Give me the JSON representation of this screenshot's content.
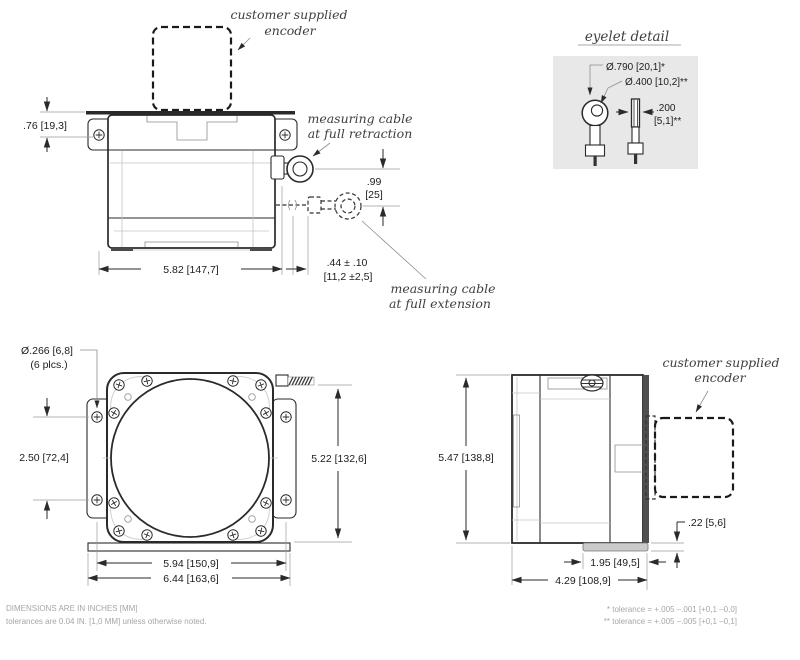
{
  "colors": {
    "line": "#2a2a2a",
    "light_line": "#c4c4c4",
    "detail_box_bg": "#e8e8e8",
    "note_text": "#a6a6a6",
    "base_fill": "#cbcbcb"
  },
  "top_view": {
    "encoder_label_1": "customer supplied",
    "encoder_label_2": "encoder",
    "cable_retraction_1": "measuring cable",
    "cable_retraction_2": "at full retraction",
    "cable_extension_1": "measuring cable",
    "cable_extension_2": "at full extension",
    "dim_height": ".76 [19,3]",
    "dim_width": "5.82 [147,7]",
    "dim_eyelet_offset_1": ".44 ± .10",
    "dim_eyelet_offset_2": "[11,2 ±2,5]",
    "dim_cable_drop_1": ".99",
    "dim_cable_drop_2": "[25]"
  },
  "eyelet_detail": {
    "title": "eyelet detail",
    "dim_outer": "Ø.790 [20,1]*",
    "dim_inner": "Ø.400 [10,2]**",
    "dim_thickness_1": ".200",
    "dim_thickness_2": "[5,1]**"
  },
  "front_view": {
    "dim_holes_1": "Ø.266 [6,8]",
    "dim_holes_2": "(6 plcs.)",
    "dim_hole_spacing": "2.50 [72,4]",
    "dim_height": "5.22 [132,6]",
    "dim_width_inner": "5.94 [150,9]",
    "dim_width_outer": "6.44 [163,6]"
  },
  "side_view": {
    "encoder_label_1": "customer supplied",
    "encoder_label_2": "encoder",
    "dim_height": "5.47 [138,8]",
    "dim_base_thickness": ".22 [5,6]",
    "dim_base_length": "1.95 [49,5]",
    "dim_depth": "4.29 [108,9]"
  },
  "notes": {
    "units_line1": "DIMENSIONS ARE IN INCHES [MM]",
    "units_line2": "tolerances are 0.04 IN. [1,0 MM] unless otherwise noted.",
    "tolerance_star": "* tolerance = +.005 –.001 [+0,1 –0,0]",
    "tolerance_double_star": "** tolerance = +.005 –.005 [+0,1 –0,1]"
  }
}
